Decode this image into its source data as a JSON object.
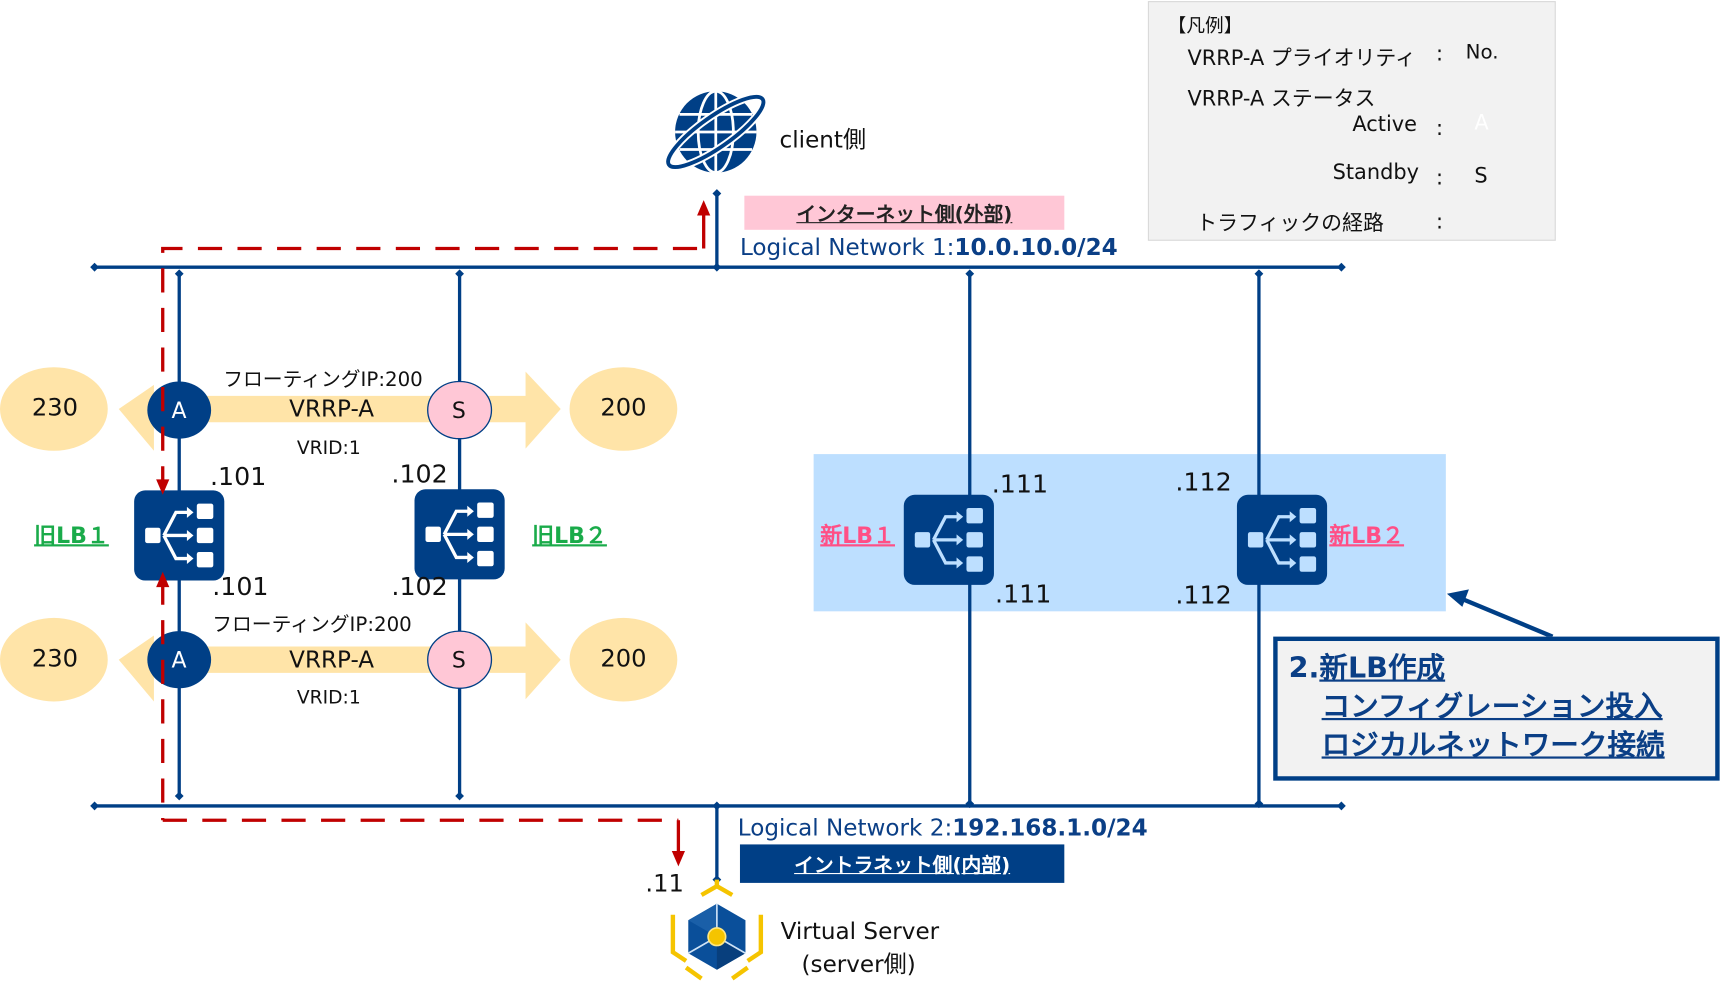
{
  "legend": {
    "title": "【凡例】",
    "priority_label": "VRRP-A プライオリティ",
    "priority_symbol": "No.",
    "status_label": "VRRP-A ステータス",
    "active_label": "Active",
    "active_symbol": "A",
    "standby_label": "Standby",
    "standby_symbol": "S",
    "traffic_label": "トラフィックの経路",
    "separator": ":"
  },
  "client": {
    "label": "client側"
  },
  "server": {
    "label_line1": "Virtual Server",
    "label_line2": "(server側)",
    "ip": ".11"
  },
  "network1": {
    "badge": "インターネット側(外部)",
    "name": "Logical Network 1:",
    "cidr": "10.0.10.0/24"
  },
  "network2": {
    "badge": "イントラネット側(内部)",
    "name": "Logical Network 2:",
    "cidr": "192.168.1.0/24"
  },
  "vrrp_upper": {
    "floating_ip": "フローティングIP:200",
    "name": "VRRP-A",
    "vrid": "VRID:1",
    "priority_left": "230",
    "priority_right": "200",
    "status_left": "A",
    "status_right": "S"
  },
  "vrrp_lower": {
    "floating_ip": "フローティングIP:200",
    "name": "VRRP-A",
    "vrid": "VRID:1",
    "priority_left": "230",
    "priority_right": "200",
    "status_left": "A",
    "status_right": "S"
  },
  "old_lb1": {
    "name": "旧LB１",
    "ip_top": ".101",
    "ip_bottom": ".101"
  },
  "old_lb2": {
    "name": "旧LB２",
    "ip_top": ".102",
    "ip_bottom": ".102"
  },
  "new_lb1": {
    "name": "新LB１",
    "ip_top": ".111",
    "ip_bottom": ".111"
  },
  "new_lb2": {
    "name": "新LB２",
    "ip_top": ".112",
    "ip_bottom": ".112"
  },
  "callout": {
    "step": "2.",
    "line1": "新LB作成",
    "line2": "コンフィグレーション投入",
    "line3": "ロジカルネットワーク接続"
  },
  "colors": {
    "navy": "#003f86",
    "traffic": "#c00000",
    "priority": "#ffd578",
    "standby": "#ffc7d6",
    "new_area": "#bddfff",
    "old_label": "#1aab4a",
    "new_label": "#ff4f86"
  }
}
